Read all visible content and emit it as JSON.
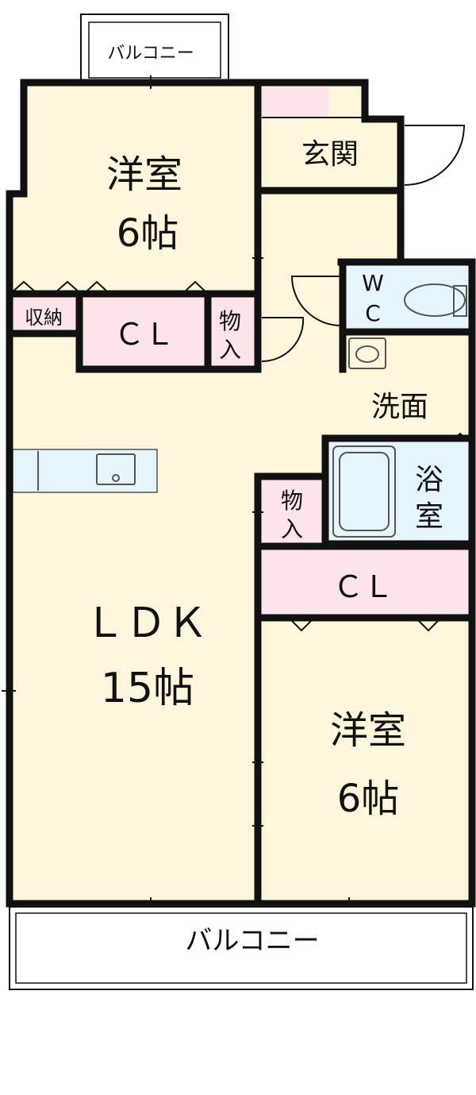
{
  "colors": {
    "room_fill": "#fdf6dc",
    "closet_fill": "#fde4ea",
    "wet_fill": "#e6f4fb",
    "wall": "#111111",
    "fixture_line": "#555555"
  },
  "labels": {
    "balcony_top": "バルコニー",
    "balcony_bottom": "バルコニー",
    "western_room_north": "洋室",
    "western_room_north_size": "6帖",
    "entrance": "玄関",
    "storage": "収納",
    "closet_north": "ＣＬ",
    "storage_north_line1": "物",
    "storage_north_line2": "入",
    "wc_line1": "W",
    "wc_line2": "C",
    "washroom": "洗面",
    "bath_line1": "浴",
    "bath_line2": "室",
    "storage_south_line1": "物",
    "storage_south_line2": "入",
    "closet_south": "ＣＬ",
    "ldk": "ＬＤＫ",
    "ldk_size": "15帖",
    "western_room_south": "洋室",
    "western_room_south_size": "6帖"
  }
}
